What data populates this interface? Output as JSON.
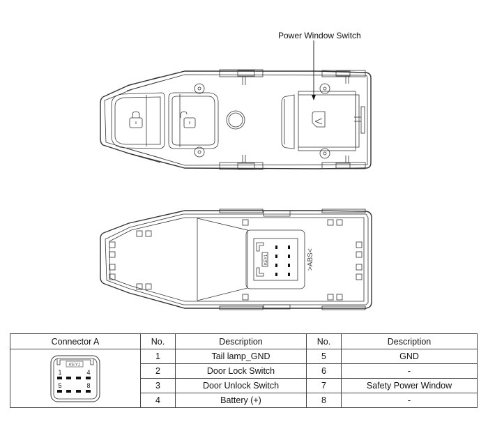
{
  "diagram": {
    "callout_label": "Power Window Switch",
    "top_view": {
      "buttons": [
        {
          "name": "door-lock-button",
          "icon": "lock-closed-icon"
        },
        {
          "name": "door-unlock-button",
          "icon": "lock-open-icon"
        },
        {
          "name": "power-window-switch",
          "icon": "window-arrow-icon"
        }
      ]
    },
    "bottom_view": {
      "connector_marking": "KEY1",
      "material_marking": ">ABS<"
    }
  },
  "table": {
    "headers": [
      "Connector A",
      "No.",
      "Description",
      "No.",
      "Description"
    ],
    "connector_key_label": "KEY1",
    "connector_pin_labels": [
      "1",
      "4",
      "5",
      "8"
    ],
    "rows": [
      {
        "no_left": "1",
        "desc_left": "Tail lamp_GND",
        "no_right": "5",
        "desc_right": "GND"
      },
      {
        "no_left": "2",
        "desc_left": "Door Lock Switch",
        "no_right": "6",
        "desc_right": "-"
      },
      {
        "no_left": "3",
        "desc_left": "Door Unlock Switch",
        "no_right": "7",
        "desc_right": "Safety Power Window"
      },
      {
        "no_left": "4",
        "desc_left": "Battery (+)",
        "no_right": "8",
        "desc_right": "-"
      }
    ]
  }
}
